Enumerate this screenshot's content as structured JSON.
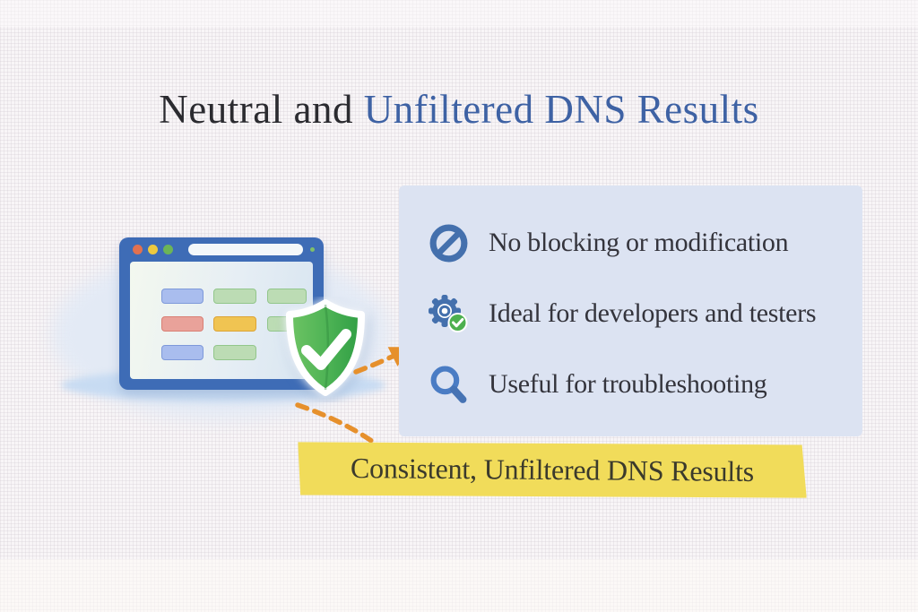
{
  "title": {
    "part_dark": "Neutral and ",
    "part_blue": "Unfiltered DNS Results"
  },
  "panel": {
    "items": [
      {
        "icon": "no-blocking-icon",
        "label": "No blocking or modification"
      },
      {
        "icon": "gear-check-icon",
        "label": "Ideal for developers and testers"
      },
      {
        "icon": "magnifier-icon",
        "label": "Useful for troubleshooting"
      }
    ]
  },
  "banner": {
    "label": "Consistent, Unfiltered DNS Results"
  },
  "illustration": {
    "browser_dots": [
      "red",
      "yellow",
      "green"
    ],
    "shield": "green-shield-checkmark"
  },
  "colors": {
    "accent_blue": "#3e62a4",
    "icon_blue": "#4470ad",
    "panel_blue": "#dce3f2",
    "banner_yellow": "#f1dc5a",
    "arrow_orange": "#e6902c",
    "shield_green": "#3fae4e",
    "browser_frame_blue": "#3e6cb6"
  }
}
